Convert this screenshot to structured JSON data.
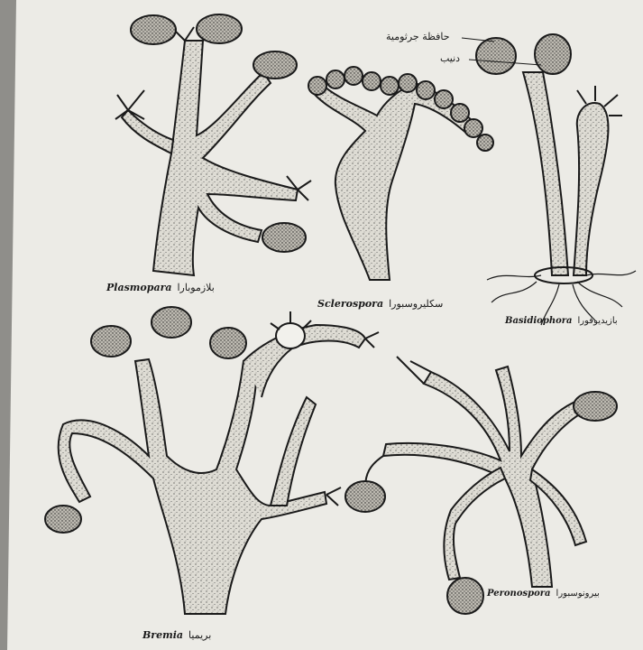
{
  "figures": [
    {
      "latin": "Plasmopara",
      "arabic": "بلازموبارا"
    },
    {
      "latin": "Sclerospora",
      "arabic": "سكليروسبورا"
    },
    {
      "latin": "Basidiophora",
      "arabic": "بازيديوفورا"
    },
    {
      "latin": "Bremia",
      "arabic": "بريميا"
    },
    {
      "latin": "Peronospora",
      "arabic": "بيرونوسبورا"
    }
  ],
  "annotations": {
    "sporangium_holder": "حافظة جرثومية",
    "pedicel": "دنيب"
  },
  "colors": {
    "paper": "#ecebe6",
    "ink": "#1a1a1a",
    "stipple": "#d6d4cc",
    "background": "#8a8a86"
  }
}
